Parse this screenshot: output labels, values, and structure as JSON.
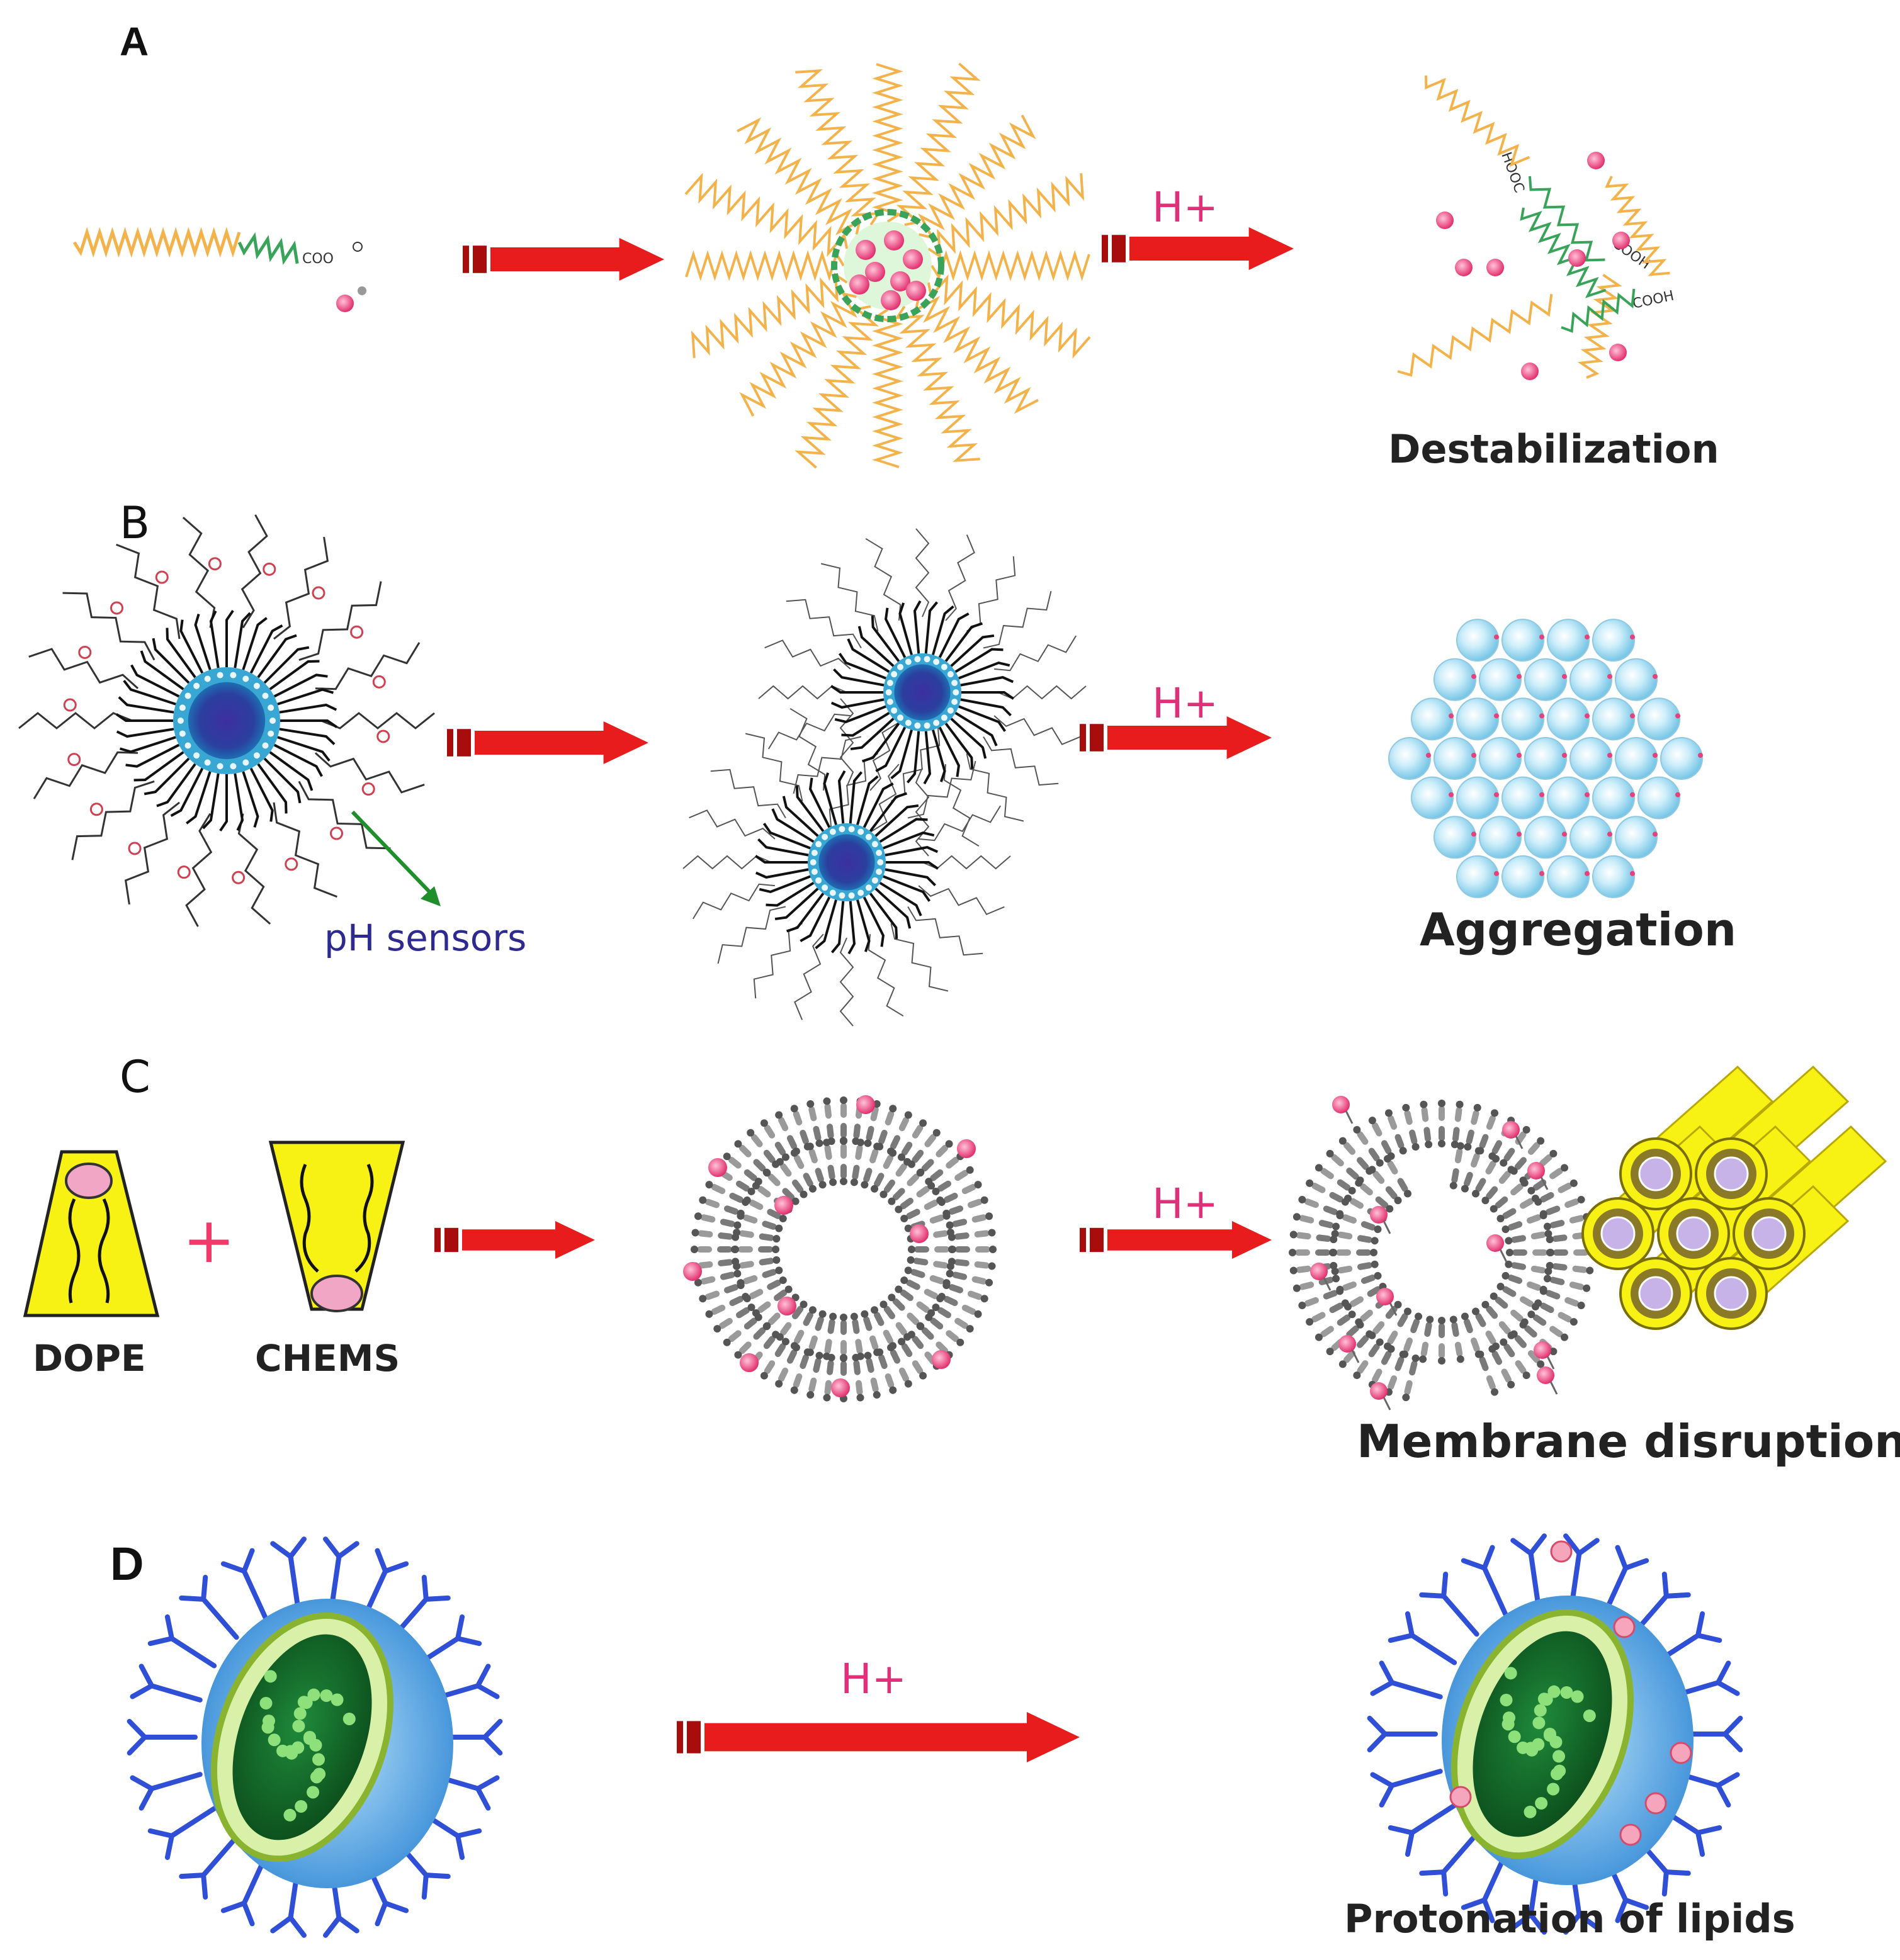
{
  "panels": {
    "a": {
      "letter": "A",
      "caption": "Destabilization",
      "hplus": "H+",
      "chain_label": "COO",
      "acid_label": "COOH",
      "acid_label_rev": "HOOC"
    },
    "b": {
      "letter": "B",
      "caption": "Aggregation",
      "hplus": "H+",
      "sensor_label": "pH sensors"
    },
    "c": {
      "letter": "C",
      "caption": "Membrane disruption",
      "hplus": "H+",
      "plus_sign": "+",
      "lipid1": "DOPE",
      "lipid2": "CHEMS"
    },
    "d": {
      "letter": "D",
      "caption": "Protonation of lipids",
      "hplus": "H+"
    }
  },
  "colors": {
    "arrow_red": "#e81c1c",
    "arrow_dark": "#a80d0d",
    "peg_orange": "#f3b24a",
    "green_chain": "#3aa35a",
    "magenta": "#e8407c",
    "core_blue": "#2b3f9e",
    "shell_cyan": "#39a7d3",
    "yellow": "#f7f214",
    "dendrimer_blue": "#2f4fd6"
  }
}
